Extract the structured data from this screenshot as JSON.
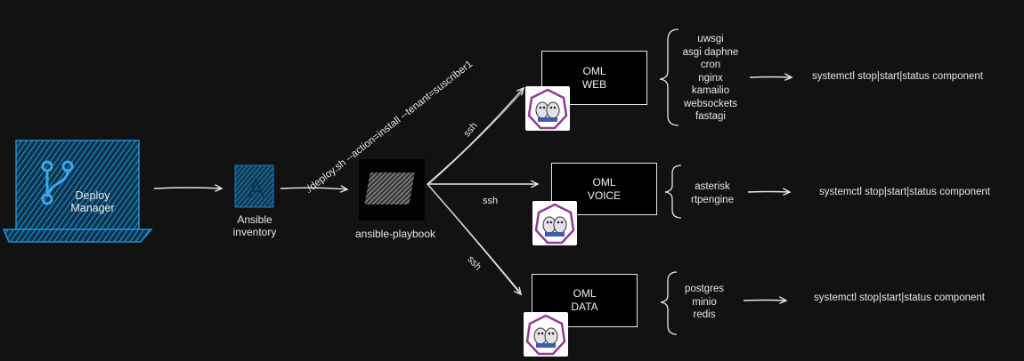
{
  "deploy_manager": {
    "line1": "Deploy",
    "line2": "Manager"
  },
  "inventory": {
    "line1": "Ansible",
    "line2": "inventory"
  },
  "command": "./deploy.sh --action=install --tenant=suscriber1",
  "playbook": "ansible-playbook",
  "ssh_label": "ssh",
  "nodes": [
    {
      "line1": "OML",
      "line2": "WEB",
      "components": [
        "uwsgi",
        "asgi daphne",
        "cron",
        "nginx",
        "kamailio",
        "websockets",
        "fastagi"
      ],
      "command": "systemctl stop|start|status component"
    },
    {
      "line1": "OML",
      "line2": "VOICE",
      "components": [
        "asterisk",
        "rtpengine"
      ],
      "command": "systemctl stop|start|status component"
    },
    {
      "line1": "OML",
      "line2": "DATA",
      "components": [
        "postgres",
        "minio",
        "redis"
      ],
      "command": "systemctl stop|start|status component"
    }
  ],
  "colors": {
    "background": "#121212",
    "accent_blue": "#1f8fd6",
    "stroke": "#e8e8e8",
    "seal_purple": "#8e3c93"
  },
  "icons": {
    "deploy_manager": "laptop-git-branch-icon",
    "inventory": "ansible-inventory-icon",
    "playbook": "ansible-playbook-icon",
    "node_logo": "postgres-seal-logo-icon"
  }
}
